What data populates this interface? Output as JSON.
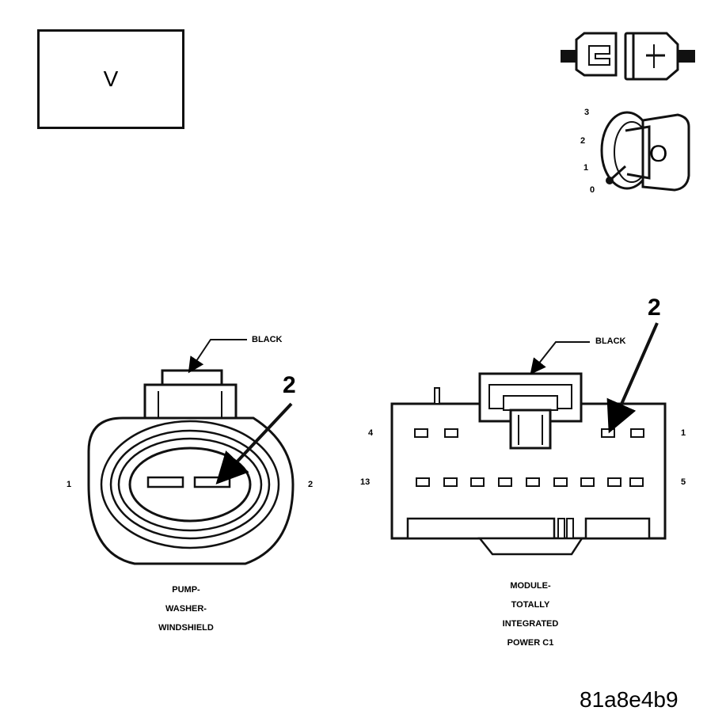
{
  "meter": {
    "mode": "V"
  },
  "ignition": {
    "positions": [
      "3",
      "2",
      "1",
      "0"
    ],
    "key_label": "O"
  },
  "left_connector": {
    "color_label": "BLACK",
    "callout": "2",
    "pin_left": "1",
    "pin_right": "2",
    "caption": [
      "PUMP-",
      "WASHER-",
      "WINDSHIELD"
    ]
  },
  "right_connector": {
    "color_label": "BLACK",
    "callout": "2",
    "top_left_pin": "4",
    "top_right_pin": "1",
    "bottom_left_pin": "13",
    "bottom_right_pin": "5",
    "caption": [
      "MODULE-",
      "TOTALLY",
      "INTEGRATED",
      "POWER C1"
    ]
  },
  "image_id": "81a8e4b9"
}
